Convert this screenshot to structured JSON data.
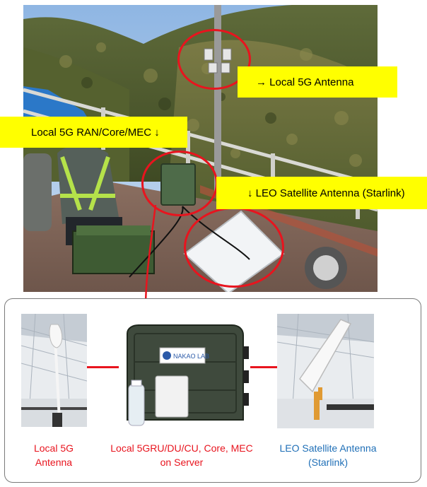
{
  "colors": {
    "callout_bg": "#ffff00",
    "highlight_red": "#e8141e",
    "caption_red": "#e8141e",
    "caption_blue": "#1f6fb7",
    "panel_border": "#7a7a7a"
  },
  "callouts": {
    "antenna": "→ Local 5G Antenna",
    "ran": "Local 5G RAN/Core/MEC ↓",
    "leo": "↓ LEO Satellite Antenna  (Starlink)"
  },
  "server_logo": "NAKAO LAB",
  "captions": {
    "antenna_line1": "Local 5G",
    "antenna_line2": "Antenna",
    "server_line1": "Local 5GRU/DU/CU,  Core, MEC",
    "server_line2": "on Server",
    "leo_line1": "LEO Satellite Antenna",
    "leo_line2": "(Starlink)"
  },
  "icons": {
    "arrow": "arrow-down-icon"
  }
}
